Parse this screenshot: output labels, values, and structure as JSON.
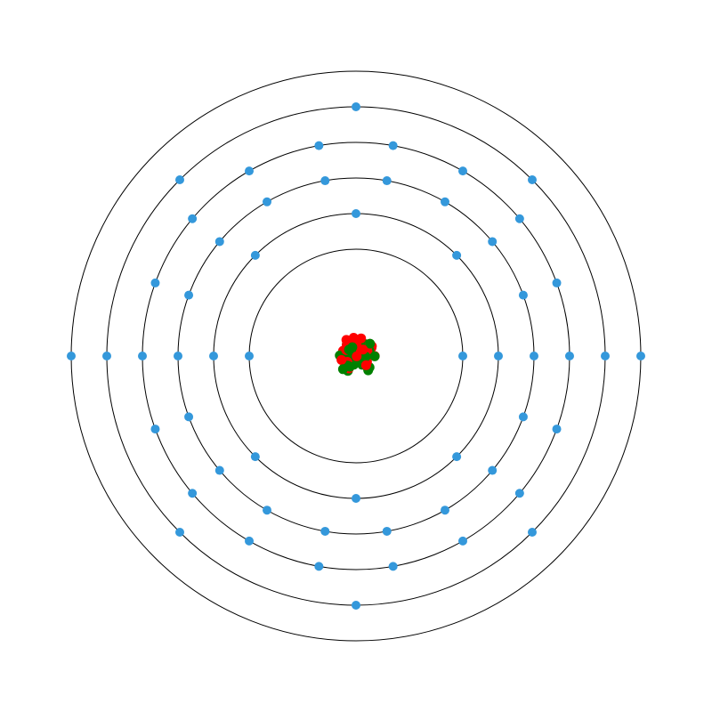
{
  "diagram": {
    "type": "bohr-atom-model",
    "electron_shells": [
      {
        "shell": 1,
        "electrons": 2
      },
      {
        "shell": 2,
        "electrons": 8
      },
      {
        "shell": 3,
        "electrons": 18
      },
      {
        "shell": 4,
        "electrons": 18
      },
      {
        "shell": 5,
        "electrons": 8
      },
      {
        "shell": 6,
        "electrons": 2
      }
    ],
    "colors": {
      "background": "#ffffff",
      "shell_stroke": "#000000",
      "electron": "#3498db",
      "proton": "#ff0000",
      "neutron": "#008000"
    }
  }
}
